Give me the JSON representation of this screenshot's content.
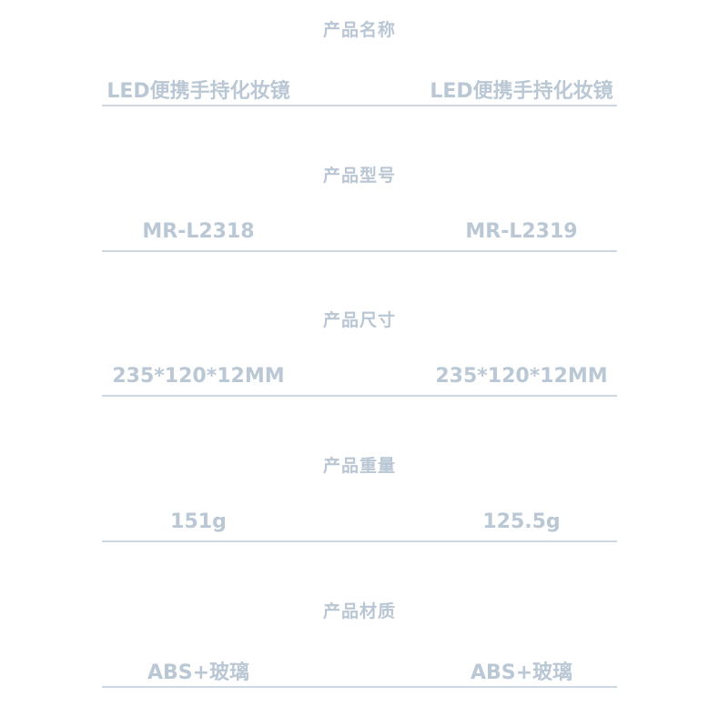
{
  "specs": [
    {
      "label": "产品名称",
      "values": [
        "LED便携手持化妆镜",
        "LED便携手持化妆镜"
      ]
    },
    {
      "label": "产品型号",
      "values": [
        "MR-L2318",
        "MR-L2319"
      ]
    },
    {
      "label": "产品尺寸",
      "values": [
        "235*120*12MM",
        "235*120*12MM"
      ]
    },
    {
      "label": "产品重量",
      "values": [
        "151g",
        "125.5g"
      ]
    },
    {
      "label": "产品材质",
      "values": [
        "ABS+玻璃",
        "ABS+玻璃"
      ]
    }
  ]
}
